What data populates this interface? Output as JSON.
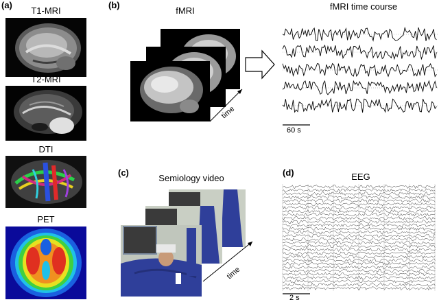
{
  "panel_a": {
    "label": "(a)",
    "items": [
      {
        "caption": "T1-MRI"
      },
      {
        "caption": "T2-MRI"
      },
      {
        "caption": "DTI"
      },
      {
        "caption": "PET"
      }
    ]
  },
  "panel_b": {
    "label": "(b)",
    "fmri_caption": "fMRI",
    "timecourse_caption": "fMRI time course",
    "time_label": "time",
    "scale_label": "60 s",
    "series_count": 5
  },
  "panel_c": {
    "label": "(c)",
    "caption": "Semiology video",
    "time_label": "time"
  },
  "panel_d": {
    "label": "(d)",
    "caption": "EEG",
    "scale_label": "2 s",
    "channel_count": 30
  },
  "colors": {
    "background": "#ffffff",
    "ink": "#000000",
    "bed_blue": "#2f3f9a",
    "wall": "#c9cfc4"
  }
}
